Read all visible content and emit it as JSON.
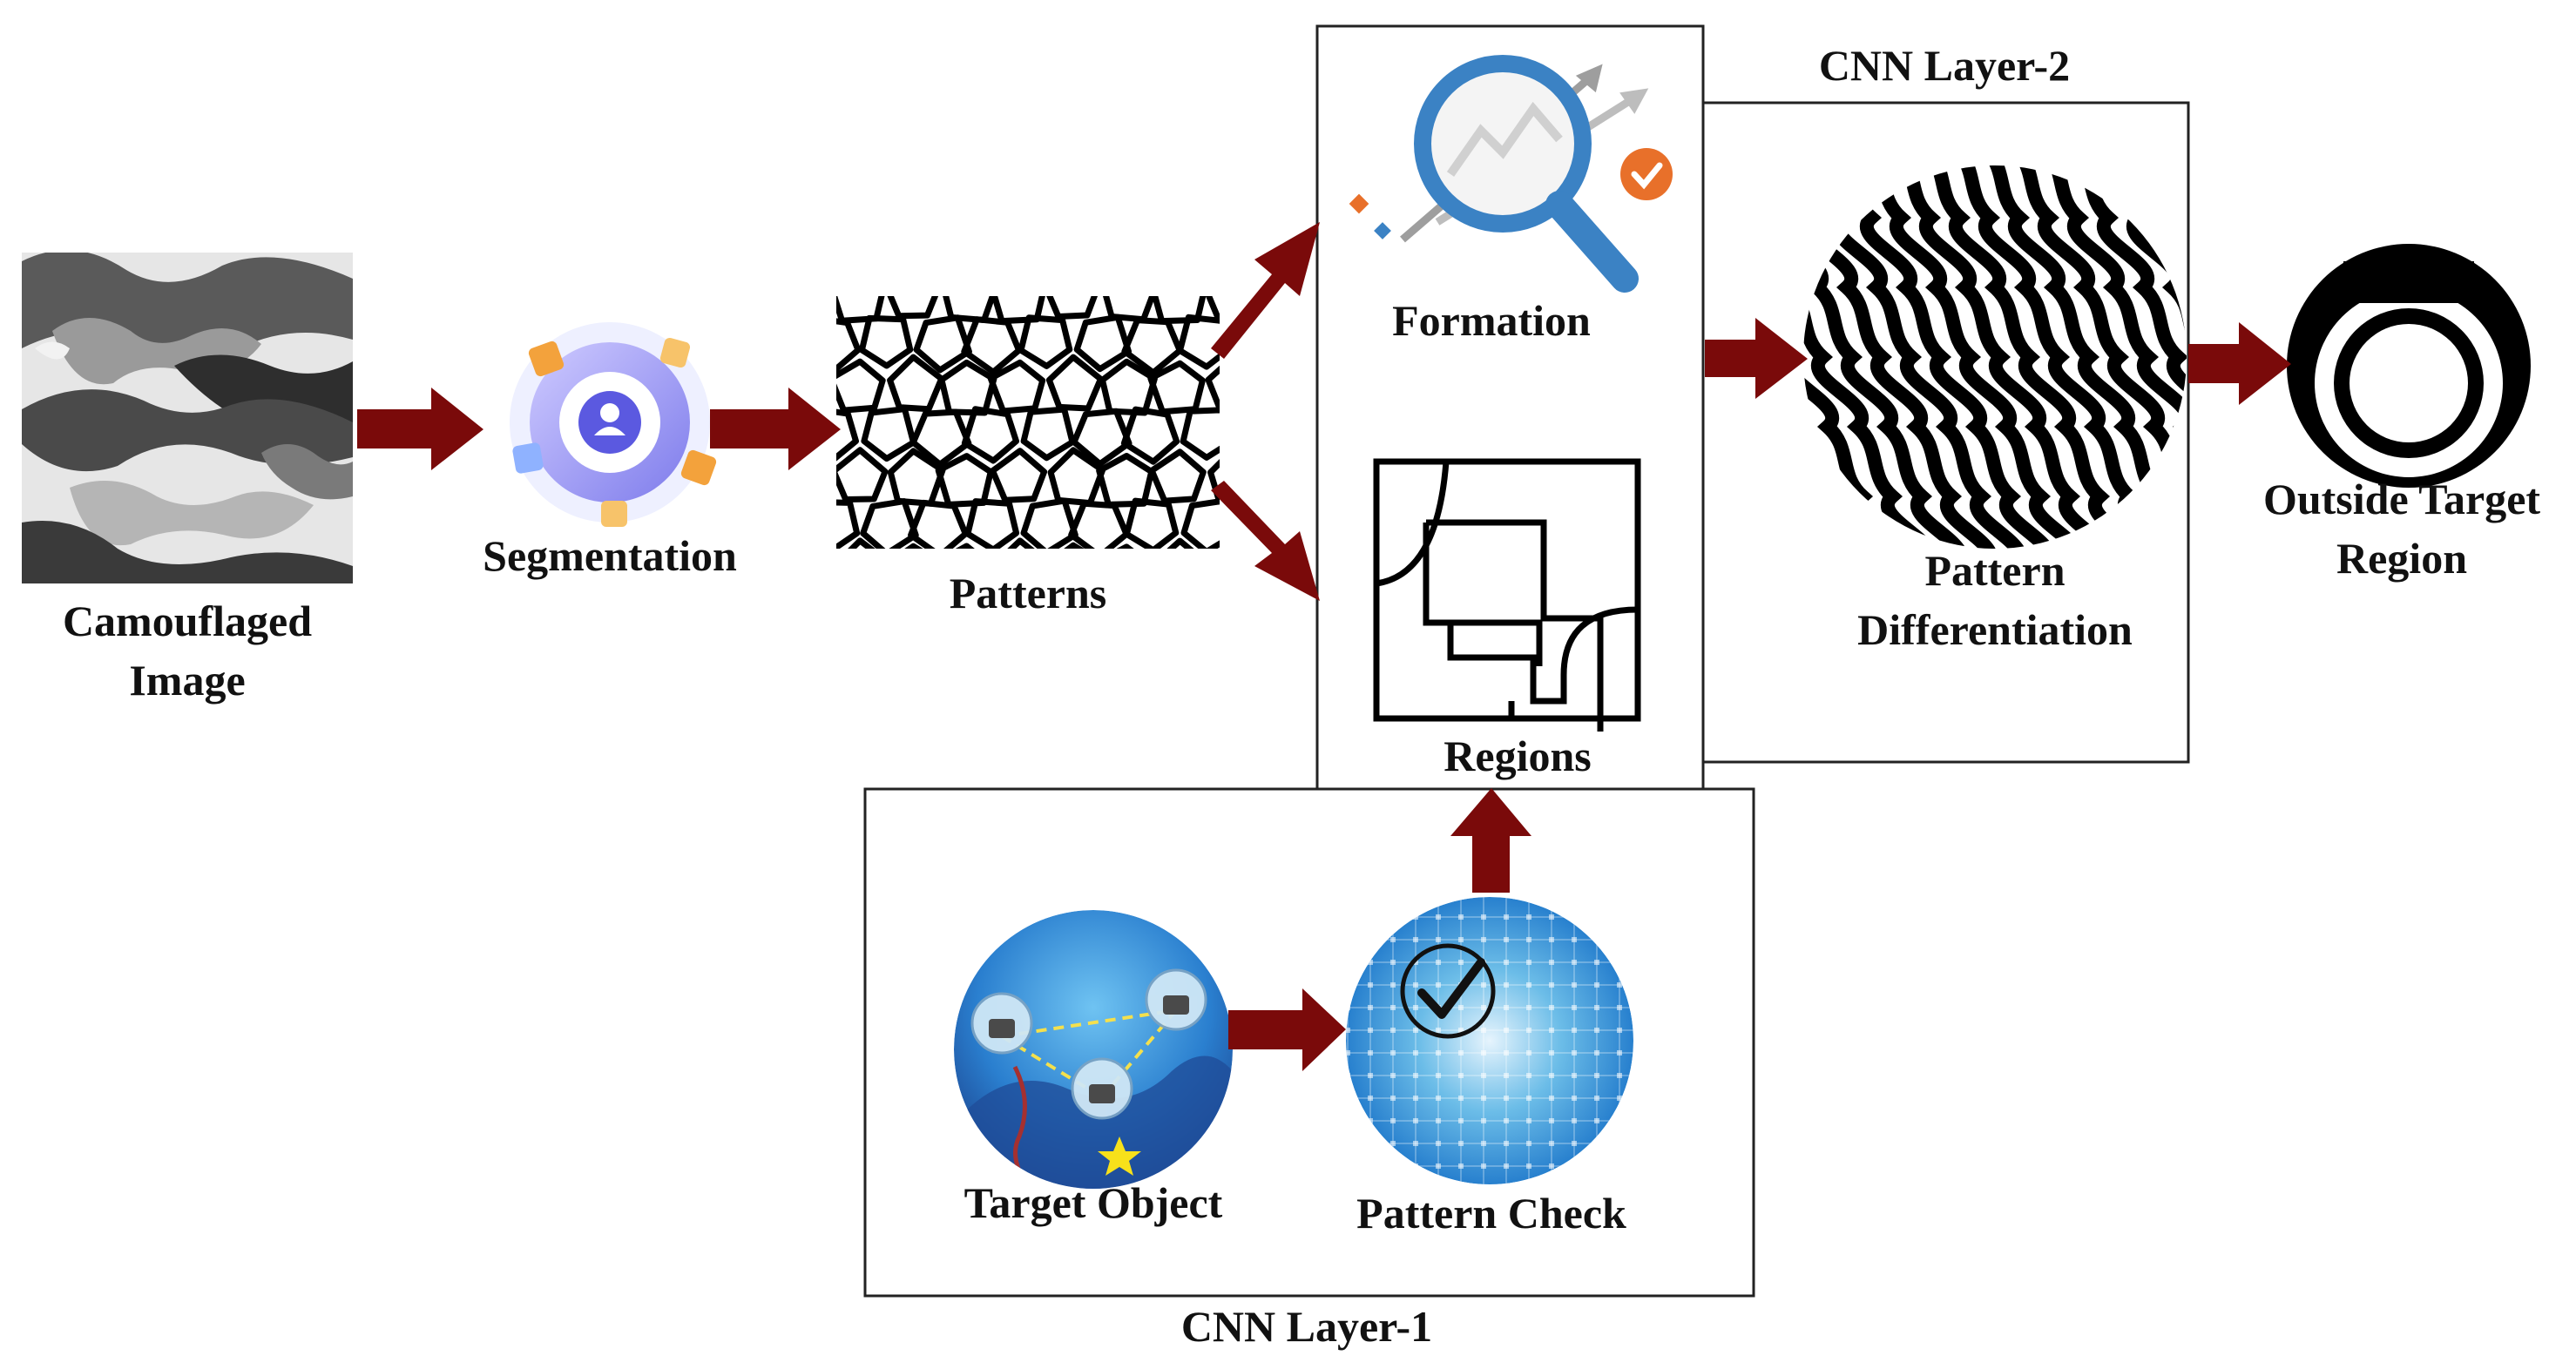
{
  "nodes": {
    "camouflaged_image": {
      "label_line1": "Camouflaged",
      "label_line2": "Image"
    },
    "segmentation": {
      "label": "Segmentation"
    },
    "patterns": {
      "label": "Patterns"
    },
    "formation": {
      "label": "Formation"
    },
    "regions": {
      "label": "Regions"
    },
    "pattern_differentiation": {
      "label_line1": "Pattern",
      "label_line2": "Differentiation"
    },
    "outside_target_region": {
      "label_line1": "Outside Target",
      "label_line2": "Region"
    },
    "target_object": {
      "label": "Target Object"
    },
    "pattern_check": {
      "label": "Pattern Check"
    }
  },
  "groups": {
    "cnn_layer_1": {
      "label": "CNN Layer-1"
    },
    "cnn_layer_2": {
      "label": "CNN Layer-2"
    }
  },
  "icons": {
    "camouflaged_image": "camouflage-texture-icon",
    "segmentation": "segmentation-hub-icon",
    "patterns": "voronoi-pattern-icon",
    "formation": "magnifier-analytics-icon",
    "regions": "floorplan-regions-icon",
    "pattern_differentiation": "woven-stripes-icon",
    "outside_target_region": "ring-target-icon",
    "target_object": "underwater-drones-icon",
    "pattern_check": "checkmark-grid-icon"
  },
  "colors": {
    "arrow": "#7a0a0a",
    "accent_blue": "#3b82c4",
    "accent_orange": "#e8702a"
  }
}
